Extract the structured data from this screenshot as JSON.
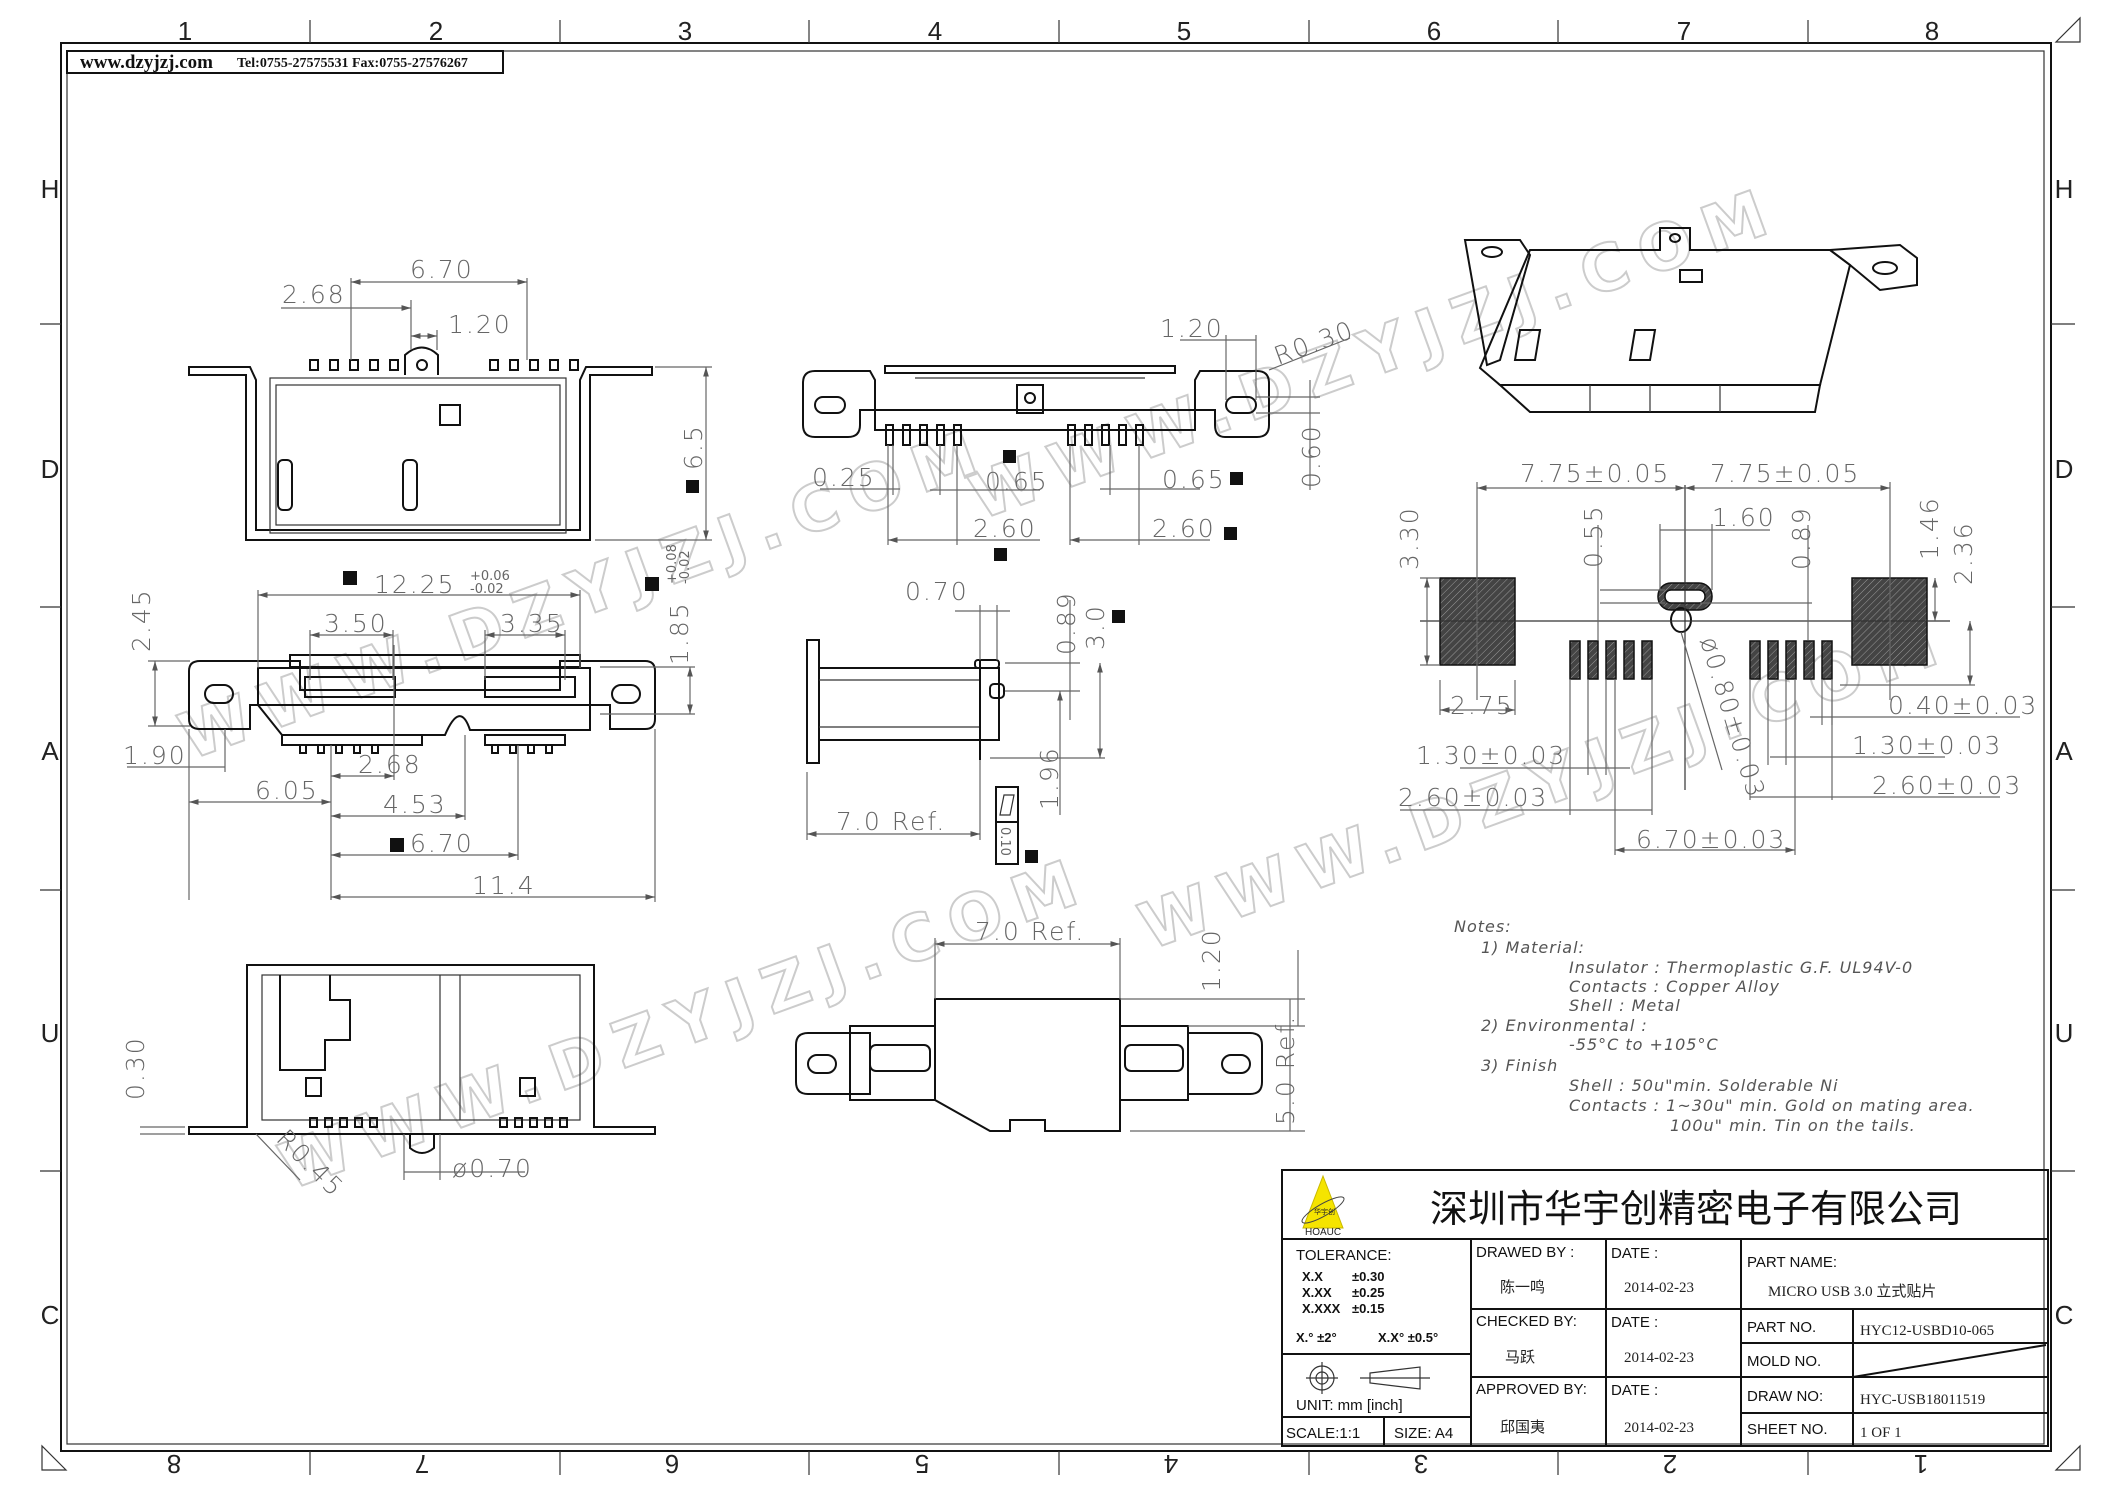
{
  "header": {
    "website": "www.dzyjzj.com",
    "contact": "Tel:0755-27575531  Fax:0755-27576267"
  },
  "grid": {
    "columns_top": [
      "1",
      "2",
      "3",
      "4",
      "5",
      "6",
      "7",
      "8"
    ],
    "columns_bottom": [
      "8",
      "7",
      "6",
      "5",
      "4",
      "3",
      "2",
      "1"
    ],
    "rows": [
      "H",
      "D",
      "A",
      "U",
      "C"
    ]
  },
  "watermark": "WWW.DZYJZJ.COM",
  "views": {
    "top": {
      "d1": "6.70",
      "d2": "2.68",
      "d3": "1.20",
      "d4": "6.5"
    },
    "front": {
      "d1": "12.25",
      "d1_tol_plus": "+0.06",
      "d1_tol_minus": "-0.02",
      "d2": "3.50",
      "d3": "3.35",
      "d4": "2.45",
      "d5": "1.85",
      "d5_tol_plus": "+0.08",
      "d5_tol_minus": "-0.02",
      "d6": "1.90",
      "d7": "6.05",
      "d8": "2.68",
      "d9": "4.53",
      "d10": "6.70",
      "d11": "11.4"
    },
    "bottom": {
      "d1": "0.30",
      "d2": "R0.45",
      "d3": "ø0.70"
    },
    "rear": {
      "d1": "1.20",
      "d2": "R0.30",
      "d3": "0.60",
      "d4": "0.25",
      "d5": "0.65",
      "d6": "0.65",
      "d7": "2.60",
      "d8": "2.60"
    },
    "side": {
      "d1": "0.70",
      "d2": "0.89",
      "d3": "3.0",
      "d4": "1.96",
      "d5": "7.0  Ref.",
      "flatness": "0.10"
    },
    "underside": {
      "d1": "7.0  Ref.",
      "d2": "1.20",
      "d3": "5.0  Ref."
    },
    "pcb": {
      "d1": "7.75±0.05",
      "d2": "7.75±0.05",
      "d3": "1.60",
      "d4": "3.30",
      "d5": "0.55",
      "d6": "0.89",
      "d7": "1.46",
      "d8": "2.36",
      "d9": "2.75",
      "d10": "ø0.80±0.03",
      "d11": "0.40±0.03",
      "d12": "1.30±0.03",
      "d13": "1.30±0.03",
      "d14": "2.60±0.03",
      "d15": "2.60±0.03",
      "d16": "6.70±0.03"
    }
  },
  "notes": {
    "title": "Notes:",
    "lines": [
      "1)  Material:",
      "Insulator : Thermoplastic  G.F.  UL94V-0",
      "Contacts : Copper  Alloy",
      "Shell : Metal",
      "2)  Environmental :",
      "-55°C  to  +105°C",
      "3)  Finish",
      "Shell : 50u\"min.  Solderable  Ni",
      "Contacts : 1~30u\"  min.  Gold  on  mating  area.",
      "100u\"  min.  Tin  on  the  tails."
    ]
  },
  "title_block": {
    "company": "深圳市华宇创精密电子有限公司",
    "logo_text": "HOAUC",
    "logo_cn": "华宇创",
    "tolerance_label": "TOLERANCE:",
    "tol": [
      [
        "X.X",
        "±0.30"
      ],
      [
        "X.XX",
        "±0.25"
      ],
      [
        "X.XXX",
        "±0.15"
      ]
    ],
    "angle_tol": [
      "X.°  ±2°",
      "X.X°  ±0.5°"
    ],
    "unit": "UNIT:  mm  [inch]",
    "scale": "SCALE:1:1",
    "size": "SIZE:  A4",
    "drawed_by_label": "DRAWED  BY :",
    "drawed_by": "陈一鸣",
    "checked_by_label": "CHECKED  BY:",
    "checked_by": "马跃",
    "approved_by_label": "APPROVED  BY:",
    "approved_by": "邱国夷",
    "date_label": "DATE  :",
    "dates": [
      "2014-02-23",
      "2014-02-23",
      "2014-02-23"
    ],
    "part_name_label": "PART  NAME:",
    "part_name": "MICRO  USB  3.0  立式贴片",
    "part_no_label": "PART  NO.",
    "part_no": "HYC12-USBD10-065",
    "mold_no_label": "MOLD  NO.",
    "draw_no_label": "DRAW  NO:",
    "draw_no": "HYC-USB18011519",
    "sheet_no_label": "SHEET  NO.",
    "sheet_no": "1  OF  1"
  }
}
